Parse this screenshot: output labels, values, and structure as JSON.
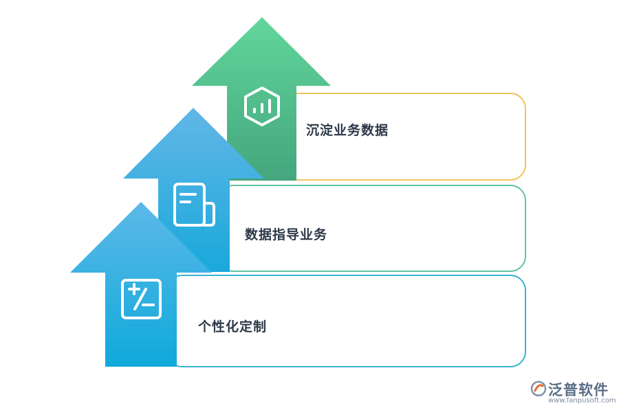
{
  "steps": [
    {
      "label": "沉淀业务数据",
      "icon": "bar-chart-hexagon-icon",
      "border_color": "#f2c15f"
    },
    {
      "label": "数据指导业务",
      "icon": "document-icon",
      "border_color": "#5fc3a3"
    },
    {
      "label": "个性化定制",
      "icon": "plus-minus-icon",
      "border_color": "#39b3cf"
    }
  ],
  "brand": {
    "name": "泛普软件",
    "url": "www.fanpusoft.com",
    "icon": "fanpu-logo-icon"
  },
  "colors": {
    "green_top": "#5ed49a",
    "green_bottom": "#3da87a",
    "blue_top": "#5db8e8",
    "blue_bottom": "#10a8d8"
  }
}
